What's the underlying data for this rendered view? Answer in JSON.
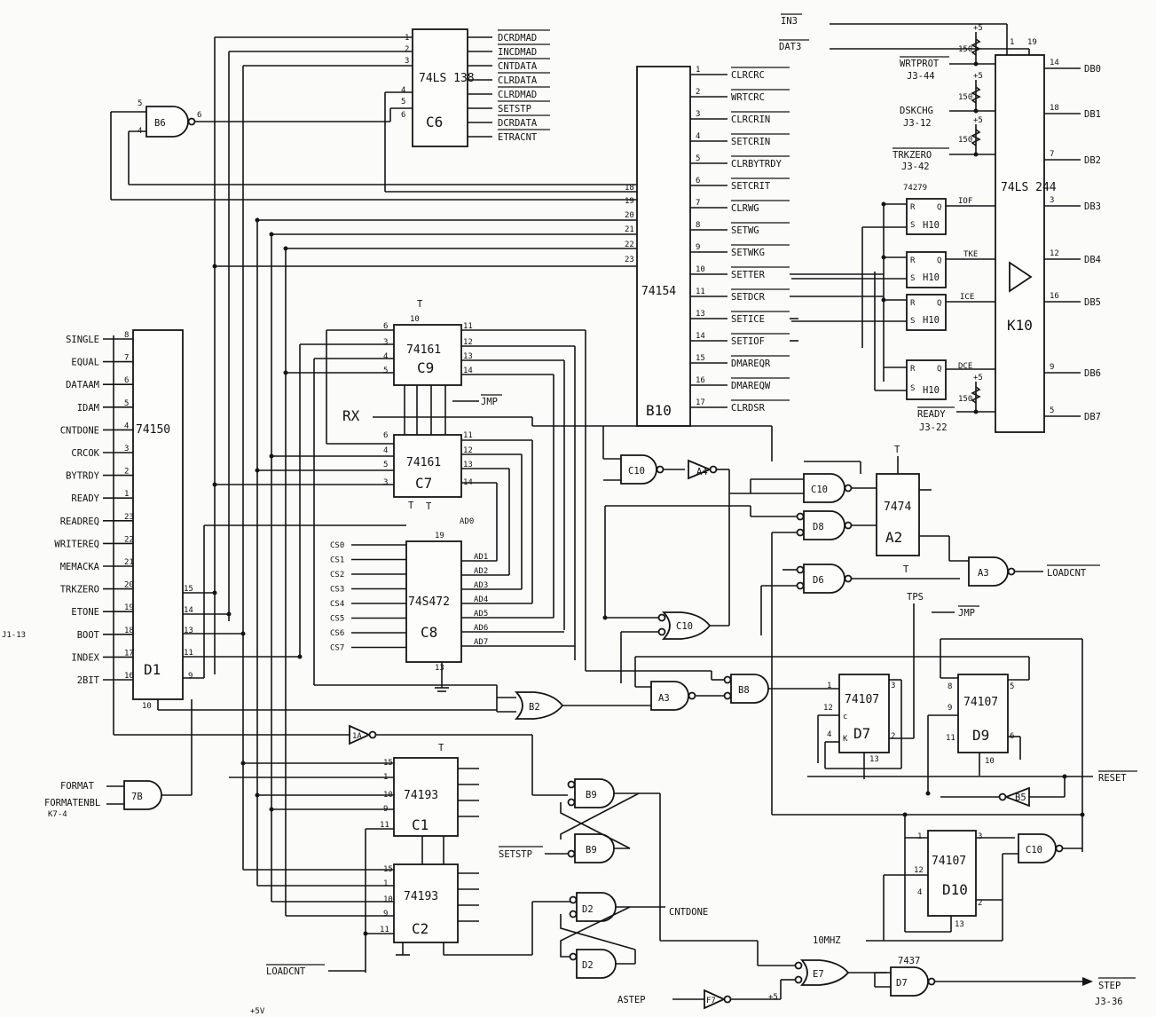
{
  "chips": {
    "c6": {
      "type": "74LS 138",
      "ref": "C6"
    },
    "b10": {
      "type": "74154",
      "ref": "B10"
    },
    "k10": {
      "type": "74LS 244",
      "ref": "K10"
    },
    "d1": {
      "type": "74150",
      "ref": "D1"
    },
    "c9": {
      "type": "74161",
      "ref": "C9"
    },
    "c7": {
      "type": "74161",
      "ref": "C7"
    },
    "c8": {
      "type": "74S472",
      "ref": "C8"
    },
    "c1": {
      "type": "74193",
      "ref": "C1"
    },
    "c2": {
      "type": "74193",
      "ref": "C2"
    },
    "a2": {
      "type": "7474",
      "ref": "A2"
    },
    "d7ff": {
      "type": "74107",
      "ref": "D7"
    },
    "d9": {
      "type": "74107",
      "ref": "D9"
    },
    "d10": {
      "type": "74107",
      "ref": "D10"
    },
    "h10": {
      "type": "74279",
      "ref": "H10"
    },
    "d7nand": {
      "type": "7437",
      "ref": "D7"
    }
  },
  "gates": {
    "b6": "B6",
    "c10a": "C10",
    "a4": "A4",
    "c10b": "C10",
    "d8": "D8",
    "d6": "D6",
    "a3a": "A3",
    "c10c": "C10",
    "b2": "B2",
    "a3b": "A3",
    "b8": "B8",
    "a1": "1A",
    "b7": "7B",
    "b9a": "B9",
    "b9b": "B9",
    "d2a": "D2",
    "d2b": "D2",
    "b5": "B5",
    "c10d": "C10",
    "e7": "E7",
    "f7": "F7"
  },
  "c6_outputs": [
    "DCRDMAD",
    "INCDMAD",
    "CNTDATA",
    "CLRDATA",
    "CLRDMAD",
    "SETSTP",
    "DCRDATA",
    "ETRACNT"
  ],
  "b10_outputs": [
    "CLRCRC",
    "WRTCRC",
    "CLRCRIN",
    "SETCRIN",
    "CLRBYTRDY",
    "SETCRIT",
    "CLRWG",
    "SETWG",
    "SETWKG",
    "SETTER",
    "SETDCR",
    "SETICE",
    "SETIOF",
    "DMAREQR",
    "DMAREQW",
    "CLRDSR"
  ],
  "b10_pins": [
    "1",
    "2",
    "3",
    "4",
    "5",
    "6",
    "7",
    "8",
    "9",
    "10",
    "11",
    "13",
    "14",
    "15",
    "16",
    "17"
  ],
  "d1_inputs": [
    "SINGLE",
    "EQUAL",
    "DATAAM",
    "IDAM",
    "CNTDONE",
    "CRCOK",
    "BYTRDY",
    "READY",
    "READREQ",
    "WRITEREQ",
    "MEMACKA",
    "TRKZERO",
    "ETONE",
    "BOOT",
    "INDEX",
    "2BIT"
  ],
  "d1_pins": [
    "8",
    "7",
    "6",
    "5",
    "4",
    "3",
    "2",
    "1",
    "23",
    "22",
    "21",
    "20",
    "19",
    "18",
    "17",
    "16"
  ],
  "c8_inputs": [
    "CS0",
    "CS1",
    "CS2",
    "CS3",
    "CS4",
    "CS5",
    "CS6",
    "CS7"
  ],
  "c8_outputs": [
    "AD1",
    "AD2",
    "AD3",
    "AD4",
    "AD5",
    "AD6",
    "AD7"
  ],
  "k10_inputs": {
    "in3": "IN3",
    "dat3": "DAT3",
    "wrtprot": "WRTPROT",
    "wrtprot_conn": "J3-44",
    "dskchg": "DSKCHG",
    "dskchg_conn": "J3-12",
    "trkzero": "TRKZERO",
    "trkzero_conn": "J3-42",
    "ready": "READY",
    "ready_conn": "J3-22",
    "r150": "150",
    "plus5": "+5"
  },
  "k10_outputs": [
    "DB0",
    "DB1",
    "DB2",
    "DB3",
    "DB4",
    "DB5",
    "DB6",
    "DB7"
  ],
  "k10_out_pins": [
    "14",
    "18",
    "7",
    "3",
    "12",
    "16",
    "9",
    "5"
  ],
  "h10_signals": {
    "iof": "IOF",
    "tke": "TKE",
    "ice": "ICE",
    "dce": "DCE"
  },
  "misc": {
    "t": "T",
    "rx": "RX",
    "jmp": "JMP",
    "tps": "TPS",
    "ad0": "AD0",
    "reset": "RESET",
    "loadcnt": "LOADCNT",
    "loadcnt_in": "LOADCNT",
    "format": "FORMAT",
    "formatenbl": "FORMATENBL",
    "k7": "K7-4",
    "setstp": "SETSTP",
    "cntdone": "CNTDONE",
    "tenmhz": "10MHZ",
    "astep": "ASTEP",
    "step": "STEP",
    "step_conn": "J3-36",
    "j1": "J1-13",
    "plus5": "+5",
    "corner_note": "+5V"
  }
}
